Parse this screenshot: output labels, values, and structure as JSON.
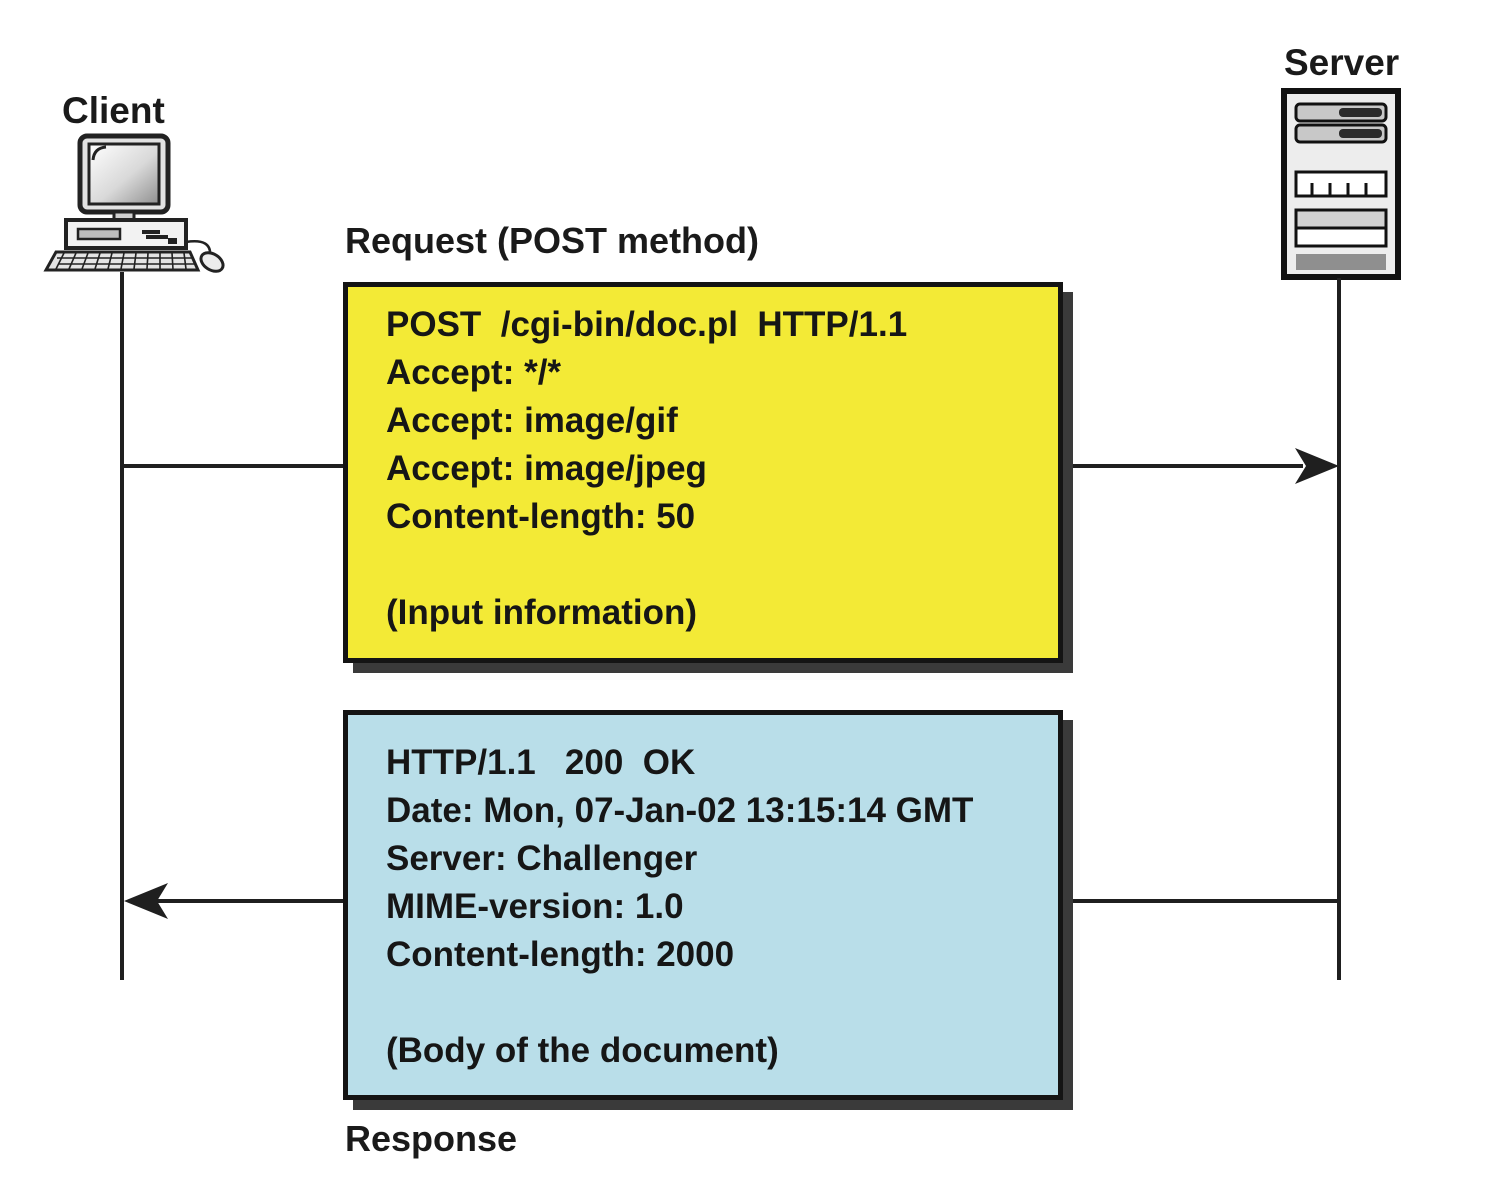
{
  "diagram": {
    "title_hint": "HTTP POST request/response exchange between client and server",
    "client": {
      "label": "Client"
    },
    "server": {
      "label": "Server"
    },
    "request": {
      "caption": "Request (POST method)",
      "lines": [
        "POST  /cgi-bin/doc.pl  HTTP/1.1",
        "Accept: */*",
        "Accept: image/gif",
        "Accept: image/jpeg",
        "Content-length: 50",
        "",
        "(Input information)"
      ],
      "arrow_direction": "client-to-server"
    },
    "response": {
      "caption": "Response",
      "lines": [
        "HTTP/1.1   200  OK",
        "Date: Mon, 07-Jan-02 13:15:14 GMT",
        "Server: Challenger",
        "MIME-version: 1.0",
        "Content-length: 2000",
        "",
        "(Body of the document)"
      ],
      "arrow_direction": "server-to-client"
    },
    "colors": {
      "request_box": "#f3ea36",
      "response_box": "#b9dee9",
      "line": "#1f1f1f",
      "shadow": "#3a3a3a",
      "background": "#ffffff"
    }
  }
}
